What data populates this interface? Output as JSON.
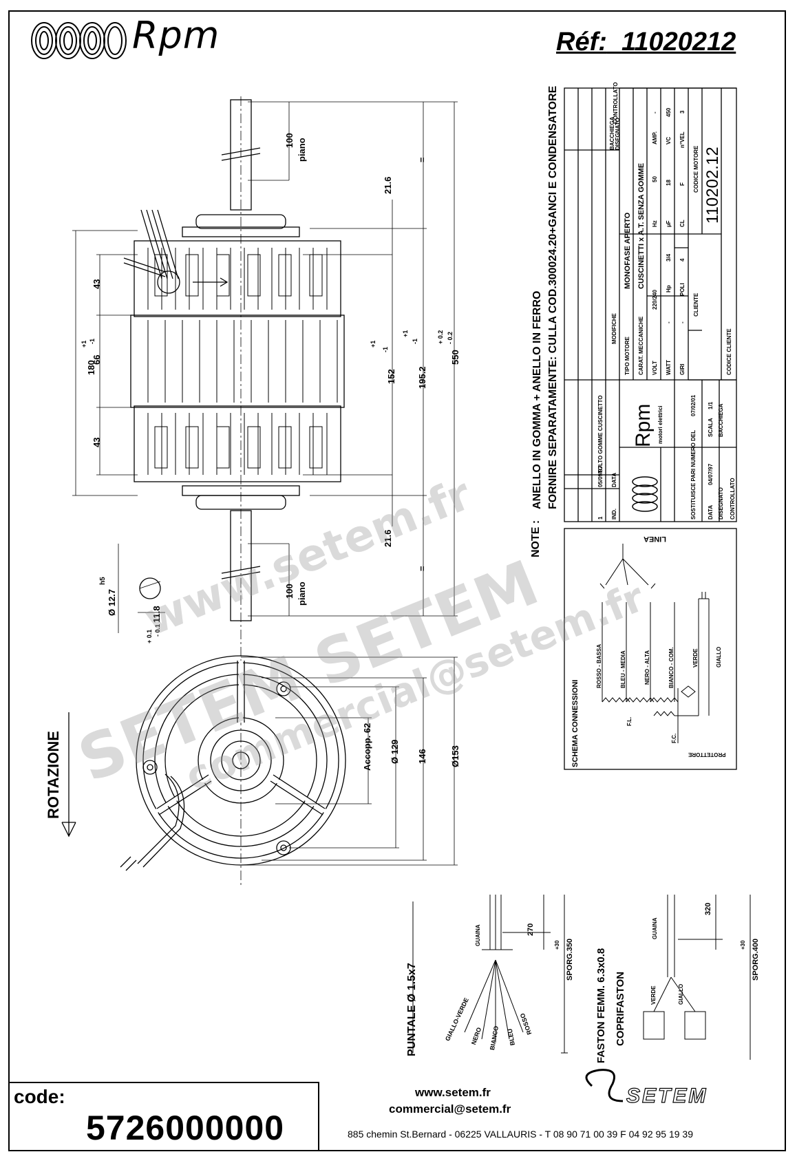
{
  "brand": {
    "name": "Rpm"
  },
  "reference": {
    "label": "Réf:",
    "number": "11020212"
  },
  "dimensions": {
    "shaft_length": "100",
    "shaft_note": "piano",
    "hub_offset": "21.6",
    "equal_mark": "=",
    "body_top": "43",
    "body_mid": "66",
    "body_bottom": "43",
    "overall_180": "180",
    "overall_180_tol_plus": "+1",
    "overall_180_tol_minus": "-1",
    "d152": "152",
    "d152_tol_plus": "+1",
    "d152_tol_minus": "-1",
    "d195": "195.2",
    "d195_tol_plus": "+1",
    "d195_tol_minus": "-1",
    "d550": "550",
    "d550_tol_plus": "+ 0.2",
    "d550_tol_minus": "- 0.2",
    "shaft_diam": "Ø 12.7",
    "shaft_fit": "h5",
    "shaft_flat": "11.8",
    "shaft_flat_tol_plus": "+ 0.1",
    "shaft_flat_tol_minus": "- 0.1",
    "accopp": "Accopp. 62",
    "d129": "Ø 129",
    "d146": "146",
    "d153": "Ø153"
  },
  "rotation_label": "ROTAZIONE",
  "notes": {
    "title": "NOTE :",
    "line1": "ANELLO IN GOMMA + ANELLO IN FERRO",
    "line2": "FORNIRE SEPARATAMENTE: CULLA COD.300024.20+GANCI E CONDENSATORE"
  },
  "title_block": {
    "revisions": {
      "headers": [
        "IND.",
        "DATA",
        "MODIFICHE",
        "BACCHIEGA",
        "CONTROLLATO"
      ],
      "sub_headers": [
        "DISEGNATO"
      ],
      "row": {
        "ind": "1",
        "data": "05/09/97",
        "modifiche": "TOLTO GOMME CUSCINETTO"
      }
    },
    "motor": {
      "tipo_motore_label": "TIPO MOTORE",
      "tipo_motore": "MONOFASE APERTO",
      "carat_label": "CARAT. MECCANICHE",
      "carat": "CUSCINETTI x A.T. SENZA GOMME",
      "specs": [
        {
          "label": "VOLT",
          "value": "220/240",
          "label2": "Hz",
          "value2": "50",
          "label3": "AMP.",
          "value3": "-"
        },
        {
          "label": "WATT",
          "value": "-",
          "label2": "Hp",
          "value2": "3/4",
          "label3": "µF",
          "value3": "18",
          "label4": "VC",
          "value4": "450"
        },
        {
          "label": "GIRI",
          "value": "-",
          "label2": "POLI",
          "value2": "4",
          "label3": "CL",
          "value3": "F",
          "label4": "n°VEL",
          "value4": "3"
        }
      ],
      "cliente_label": "CLIENTE",
      "codice_motore_label": "CODICE MOTORE",
      "codice_motore": "110202.12",
      "codice_cliente_label": "CODICE CLIENTE"
    },
    "logo_sub": "motori elettrici",
    "sostituisce_label": "SOSTITUISCE PARI NUMERO DEL",
    "sostituisce_date": "07/02/01",
    "data_label": "DATA",
    "data_value": "04/07/97",
    "scala_label": "SCALA",
    "scala_value": "1/1",
    "disegnato_label": "DISEGNATO",
    "disegnato_value": "BACCHIEGA",
    "controllato_label": "CONTROLLATO"
  },
  "wiring": {
    "title": "SCHEMA CONNESSIONI",
    "linea": "LINEA",
    "wires": [
      "ROSSO - BASSA",
      "BLEU - MEDIA",
      "NERO - ALTA",
      "BIANCO - COM.",
      "VERDE",
      "GIALLO"
    ],
    "fl": "F.L.",
    "fc": "F.C.",
    "protettore": "PROTETTORE"
  },
  "cables": {
    "puntale_label": "PUNTALE Ø 1.5x7",
    "puntale_wires": [
      "GIALLO-VERDE",
      "NERO",
      "BIANCO",
      "BLEU",
      "ROSSO"
    ],
    "guaina": "GUAINA",
    "len270": "270",
    "sporg350": "SPORG.350",
    "sporg_tol": "+30",
    "faston_label": "FASTON FEMM. 6.3x0.8",
    "coprifaston_label": "COPRIFASTON",
    "faston_wires": [
      "VERDE",
      "GIALLO"
    ],
    "len320": "320",
    "sporg400": "SPORG.400"
  },
  "watermarks": {
    "url": "www.setem.fr",
    "name": "SETEM SETEM",
    "email": "commercial@setem.fr"
  },
  "footer": {
    "code_label": "code:",
    "code_value": "5726000000",
    "website": "www.setem.fr",
    "email": "commercial@setem.fr",
    "company": "SETEM",
    "address": "885 chemin St.Bernard  -  06225 VALLAURIS  -  T 08 90 71 00 39  F 04 92 95 19 39"
  }
}
